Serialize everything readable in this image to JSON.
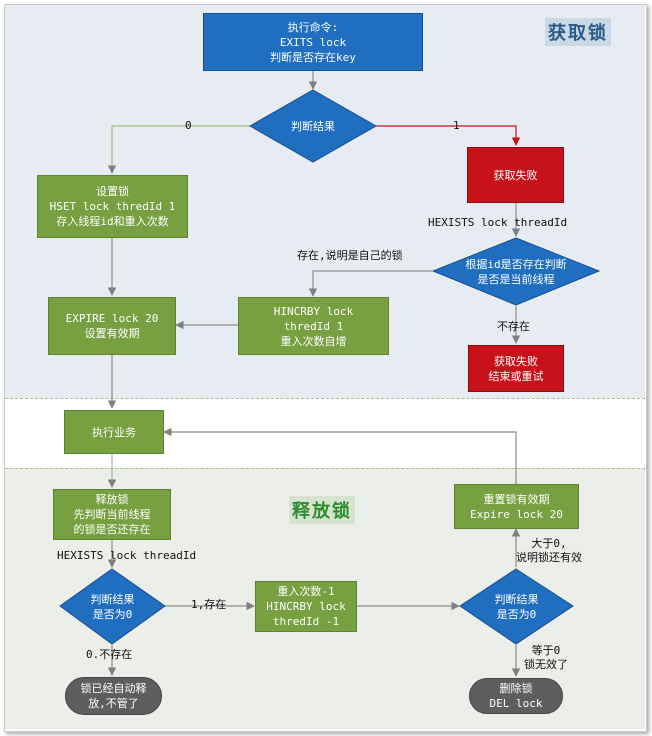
{
  "sections": {
    "acquire_title": "获取锁",
    "release_title": "释放锁"
  },
  "nodes": {
    "exec_cmd": [
      "执行命令:",
      "EXITS lock",
      "判断是否存在key"
    ],
    "judge_result": [
      "判断结果"
    ],
    "set_lock": [
      "设置锁",
      "HSET lock thredId 1",
      "存入线程id和重入次数"
    ],
    "acquire_fail": [
      "获取失败"
    ],
    "check_own": [
      "根据id是否存在判断",
      "是否是当前线程"
    ],
    "expire": [
      "EXPIRE lock 20",
      "设置有效期"
    ],
    "hincrby": [
      "HINCRBY lock",
      "thredId 1",
      "重入次数自增"
    ],
    "fail_retry": [
      "获取失败",
      "结束或重试"
    ],
    "exec_business": [
      "执行业务"
    ],
    "release_lock": [
      "释放锁",
      "先判断当前线程",
      "的锁是否还存在"
    ],
    "reset_expire": [
      "重置锁有效期",
      "Expire lock 20"
    ],
    "judge_zero_left": [
      "判断结果",
      "是否为0"
    ],
    "decrement": [
      "重入次数-1",
      "HINCRBY lock",
      "thredId -1"
    ],
    "judge_zero_right": [
      "判断结果",
      "是否为0"
    ],
    "auto_released": [
      "锁已经自动释",
      "放,不管了"
    ],
    "delete_lock": [
      "删除锁",
      "DEL lock"
    ]
  },
  "labels": {
    "zero": "0",
    "one": "1",
    "hexists_top": "HEXISTS lock threadId",
    "exists_self": "存在,说明是自己的锁",
    "not_exists": "不存在",
    "hexists_bottom": "HEXISTS lock threadId",
    "one_exists": "1,存在",
    "zero_not_exists": "0.不存在",
    "greater_than_zero": [
      "大于0,",
      "说明锁还有效"
    ],
    "equals_zero": [
      "等于0",
      "锁无效了"
    ]
  },
  "colors": {
    "blue": "#1f6ec0",
    "green": "#77a041",
    "red": "#c8121b",
    "gray": "#5e5e5e",
    "arrow_gray": "#7f7f7f",
    "arrow_red": "#c8121b"
  }
}
